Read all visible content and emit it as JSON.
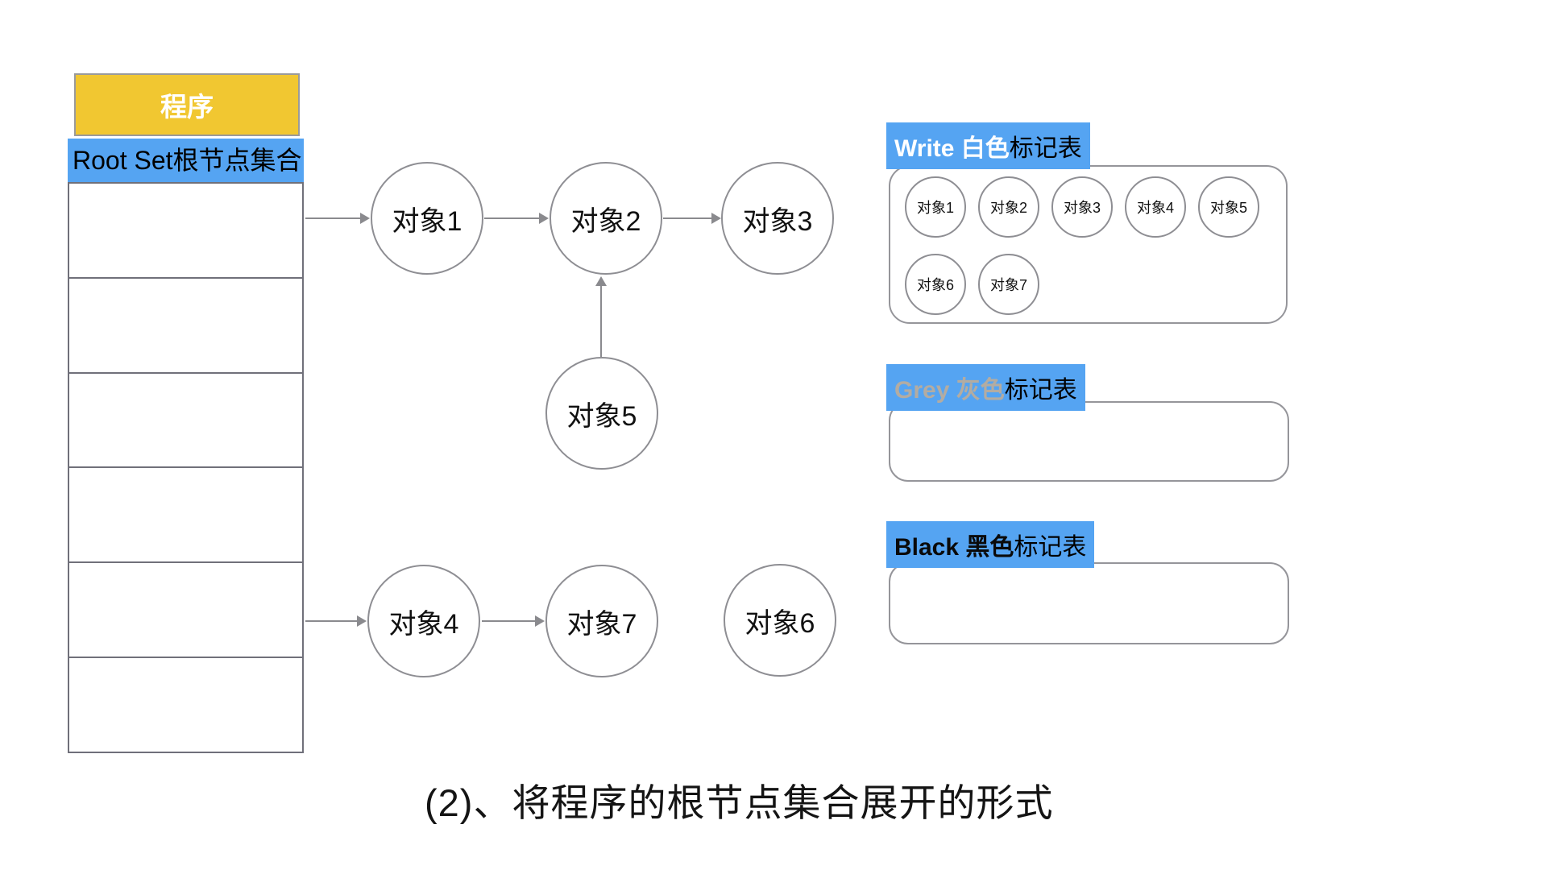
{
  "colors": {
    "blue": "#55A4F2",
    "yellow": "#F1C731",
    "grey_label_text": "#B3ACA2",
    "node_border": "#8E8E93",
    "table_border": "#70707A",
    "box_border": "#95959A",
    "arrow": "#8A8A8E"
  },
  "program_stack": {
    "header": "程序",
    "root_set": "Root Set根节点集合",
    "empty_rows": 6
  },
  "object_graph": {
    "nodes": [
      {
        "id": "obj1",
        "label": "对象1"
      },
      {
        "id": "obj2",
        "label": "对象2"
      },
      {
        "id": "obj3",
        "label": "对象3"
      },
      {
        "id": "obj5",
        "label": "对象5"
      },
      {
        "id": "obj4",
        "label": "对象4"
      },
      {
        "id": "obj7",
        "label": "对象7"
      },
      {
        "id": "obj6",
        "label": "对象6"
      }
    ],
    "edges": [
      {
        "from": "root-set-row-1",
        "to": "对象1"
      },
      {
        "from": "对象1",
        "to": "对象2"
      },
      {
        "from": "对象2",
        "to": "对象3"
      },
      {
        "from": "对象5",
        "to": "对象2"
      },
      {
        "from": "root-set-row-5",
        "to": "对象4"
      },
      {
        "from": "对象4",
        "to": "对象7"
      }
    ]
  },
  "mark_tables": {
    "white": {
      "title_highlight": "Write 白色",
      "title_rest": "标记表",
      "items": [
        "对象1",
        "对象2",
        "对象3",
        "对象4",
        "对象5",
        "对象6",
        "对象7"
      ]
    },
    "grey": {
      "title_highlight": "Grey 灰色",
      "title_rest": "标记表",
      "items": []
    },
    "black": {
      "title_highlight": "Black 黑色",
      "title_rest": "标记表",
      "items": []
    }
  },
  "caption": "(2)、将程序的根节点集合展开的形式"
}
